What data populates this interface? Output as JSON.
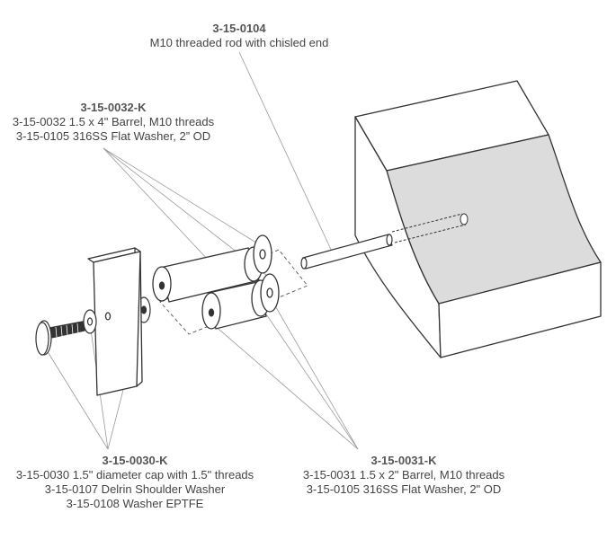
{
  "labels": {
    "rod": {
      "part_number": "3-15-0104",
      "lines": [
        "M10 threaded rod with chisled end"
      ]
    },
    "barrel_long": {
      "part_number": "3-15-0032-K",
      "lines": [
        "3-15-0032 1.5 x 4\" Barrel, M10 threads",
        "3-15-0105 316SS Flat Washer, 2” OD"
      ]
    },
    "cap": {
      "part_number": "3-15-0030-K",
      "lines": [
        "3-15-0030 1.5\" diameter cap with 1.5\" threads",
        "3-15-0107 Delrin Shoulder Washer",
        "3-15-0108 Washer EPTFE"
      ]
    },
    "barrel_short": {
      "part_number": "3-15-0031-K",
      "lines": [
        "3-15-0031 1.5 x 2\" Barrel, M10 threads",
        "3-15-0105 316SS Flat Washer, 2\" OD"
      ]
    }
  },
  "colors": {
    "stroke": "#333333",
    "leader": "#9a9a9a",
    "shade": "#dcdcdc",
    "text": "#444444"
  }
}
